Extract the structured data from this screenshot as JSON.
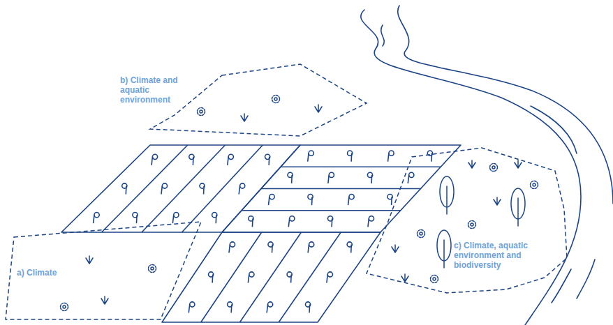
{
  "diagram": {
    "nodes": [
      {
        "text": [
          "b) Climate and aquatic environment"
        ]
      },
      {
        "text": [
          "c) Climate, aquatic environment and biodiversity"
        ]
      },
      {
        "text": [
          "a) Climate"
        ]
      }
    ]
  }
}
